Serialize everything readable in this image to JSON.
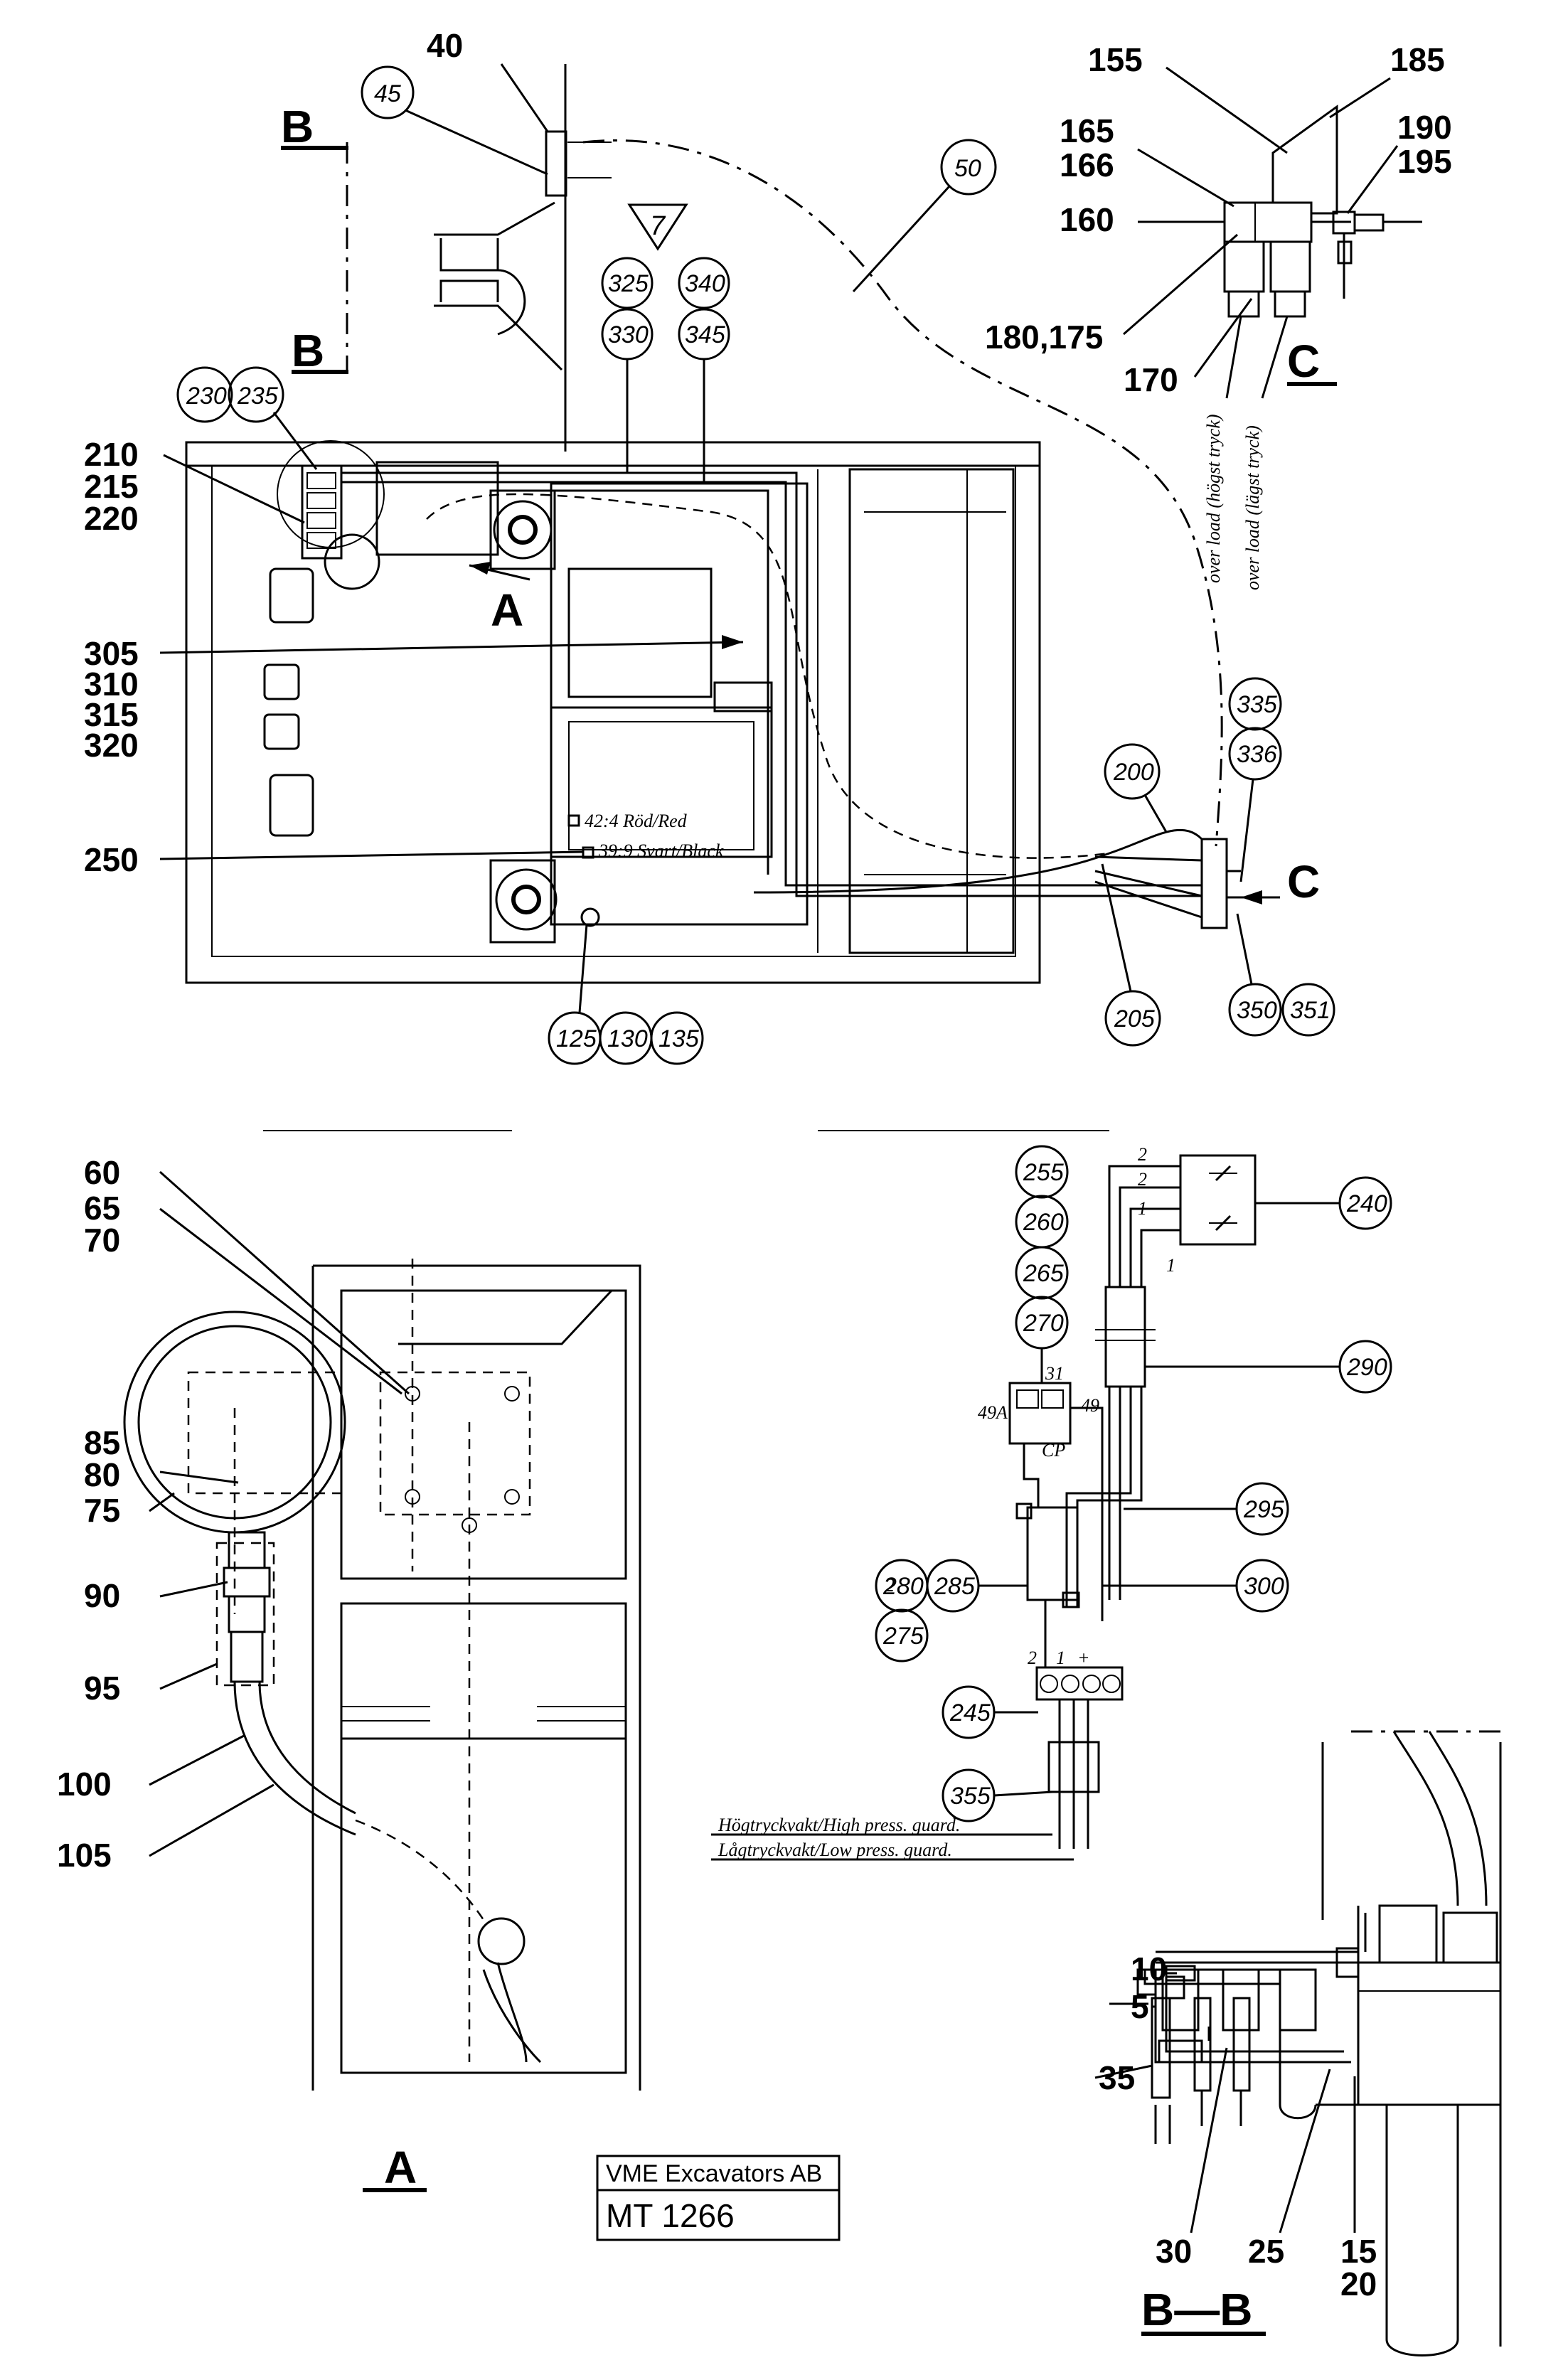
{
  "title_block": {
    "company": "VME Excavators AB",
    "drawing_no": "MT 1266"
  },
  "views": {
    "a": "A",
    "b": "B",
    "c": "C",
    "bb": "B—B"
  },
  "warning_symbol": "triangle-7-icon",
  "warning_symbol_text": "7",
  "labels": {
    "l40": "40",
    "l155": "155",
    "l185": "185",
    "l165": "165",
    "l166": "166",
    "l190": "190",
    "l195": "195",
    "l160": "160",
    "l180_175": "180,175",
    "l170": "170",
    "l210": "210",
    "l215": "215",
    "l220": "220",
    "l305": "305",
    "l310": "310",
    "l315": "315",
    "l320": "320",
    "l250": "250",
    "l60": "60",
    "l65": "65",
    "l70": "70",
    "l85": "85",
    "l80": "80",
    "l75": "75",
    "l90": "90",
    "l95": "95",
    "l100": "100",
    "l105": "105",
    "l10": "10",
    "l5": "5",
    "l35": "35",
    "l30": "30",
    "l25": "25",
    "l15": "15",
    "l20": "20"
  },
  "circled": {
    "c45": "45",
    "c50": "50",
    "c325": "325",
    "c330": "330",
    "c340": "340",
    "c345": "345",
    "c230": "230",
    "c235": "235",
    "c200": "200",
    "c335": "335",
    "c336": "336",
    "c205": "205",
    "c350": "350",
    "c351": "351",
    "c125": "125",
    "c130": "130",
    "c135": "135",
    "c255": "255",
    "c260": "260",
    "c265": "265",
    "c270": "270",
    "c240": "240",
    "c290": "290",
    "c295": "295",
    "c300": "300",
    "c280": "280",
    "c285": "285",
    "c275": "275",
    "c245": "245",
    "c355": "355"
  },
  "annotations": {
    "red_wire": "42:4 Röd/Red",
    "black_wire": "39:9 Svart/Black",
    "high_load": "over load (högst tryck)",
    "low_load": "over load (lägst tryck)",
    "high_guard": "Högtryckvakt/High press. guard.",
    "low_guard": "Lågtryckvakt/Low press. guard."
  },
  "wiring_marks": {
    "t2a": "2",
    "t2b": "2",
    "t1a": "1",
    "t1b": "1",
    "k31": "31",
    "k49": "49",
    "k49a": "49A",
    "kcp": "CP",
    "s2": "2",
    "s1": "1",
    "splus": "+"
  }
}
